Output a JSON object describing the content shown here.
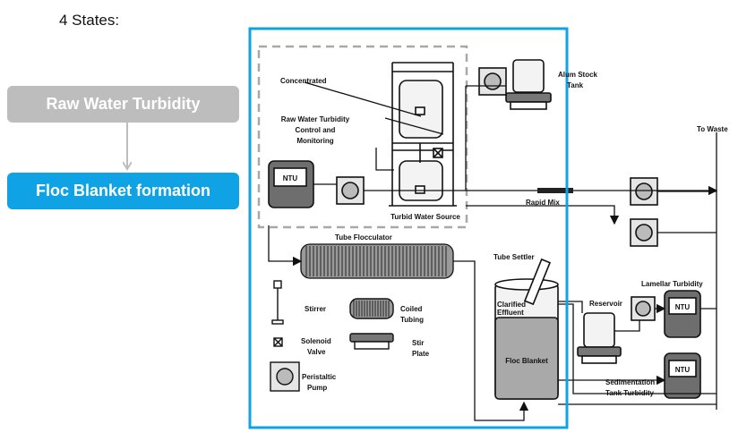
{
  "heading": "4 States:",
  "states": [
    {
      "label": "Raw Water Turbidity",
      "color": "#bdbdbd"
    },
    {
      "label": "Floc Blanket formation",
      "color": "#0fa3e6"
    }
  ],
  "diagram": {
    "labels": {
      "concentrated": "Concentrated",
      "raw_control_1": "Raw Water Turbidity",
      "raw_control_2": "Control and",
      "raw_control_3": "Monitoring",
      "alum_1": "Alum Stock",
      "alum_2": "Tank",
      "to_waste": "To Waste",
      "turbid_source": "Turbid Water Source",
      "rapid_mix": "Rapid Mix",
      "tube_flocculator": "Tube Flocculator",
      "tube_settler": "Tube Settler",
      "clarified_1": "Clarified",
      "clarified_2": "Effluent",
      "reservoir": "Reservoir",
      "lamellar": "Lamellar Turbidity",
      "floc_blanket": "Floc Blanket",
      "sed_1": "Sedimentation",
      "sed_2": "Tank Turbidity",
      "ntu": "NTU",
      "stirrer": "Stirrer",
      "coiled_1": "Coiled",
      "coiled_2": "Tubing",
      "solenoid_1": "Solenoid",
      "solenoid_2": "Valve",
      "stir_1": "Stir",
      "stir_2": "Plate",
      "peristaltic_1": "Peristaltic",
      "peristaltic_2": "Pump"
    },
    "highlight_color": "#0fa3e6"
  }
}
